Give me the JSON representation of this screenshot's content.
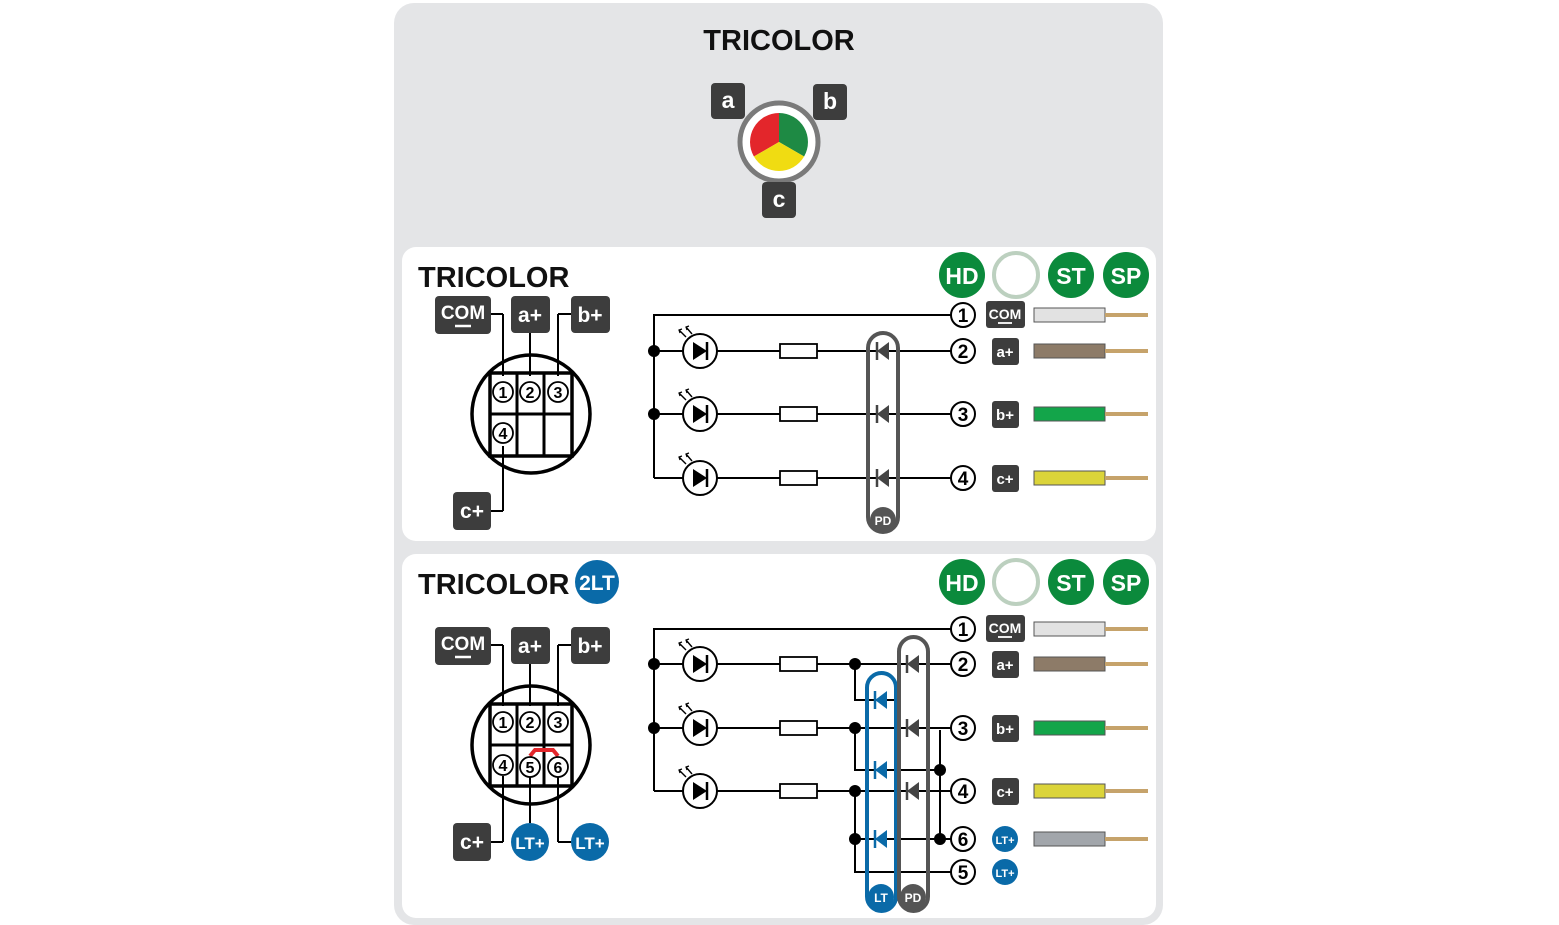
{
  "top": {
    "title": "TRICOLOR",
    "labels": {
      "a": "a",
      "b": "b",
      "c": "c"
    }
  },
  "colors": {
    "red": "#e3262b",
    "green": "#1e8a44",
    "yellow": "#f0dc12",
    "badge_green": "#0b8a3c",
    "badge_blue": "#0a6aa8",
    "dark": "#3d3d3d",
    "wire_com": "#e2e2e2",
    "wire_a": "#8d7b68",
    "wire_b": "#13a54a",
    "wire_c": "#dbd43a",
    "wire_lt": "#a2a6ab",
    "wire_tip": "#c6a36b"
  },
  "panel1": {
    "title": "TRICOLOR",
    "badges": [
      "HD",
      "ST",
      "SP"
    ],
    "connector": {
      "com": "COM",
      "a": "a+",
      "b": "b+",
      "c": "c+",
      "pins": [
        "1",
        "2",
        "3",
        "4"
      ]
    },
    "rows": [
      {
        "num": "1",
        "tag": "COM"
      },
      {
        "num": "2",
        "tag": "a+"
      },
      {
        "num": "3",
        "tag": "b+"
      },
      {
        "num": "4",
        "tag": "c+"
      }
    ],
    "pd": "PD"
  },
  "panel2": {
    "title": "TRICOLOR",
    "title_badge": "2LT",
    "badges": [
      "HD",
      "ST",
      "SP"
    ],
    "connector": {
      "com": "COM",
      "a": "a+",
      "b": "b+",
      "c": "c+",
      "lt1": "LT+",
      "lt2": "LT+",
      "pins": [
        "1",
        "2",
        "3",
        "4",
        "5",
        "6"
      ]
    },
    "rows": [
      {
        "num": "1",
        "tag": "COM"
      },
      {
        "num": "2",
        "tag": "a+"
      },
      {
        "num": "3",
        "tag": "b+"
      },
      {
        "num": "4",
        "tag": "c+"
      },
      {
        "num": "6",
        "tag": "LT+"
      },
      {
        "num": "5",
        "tag": "LT+"
      }
    ],
    "lt": "LT",
    "pd": "PD"
  }
}
